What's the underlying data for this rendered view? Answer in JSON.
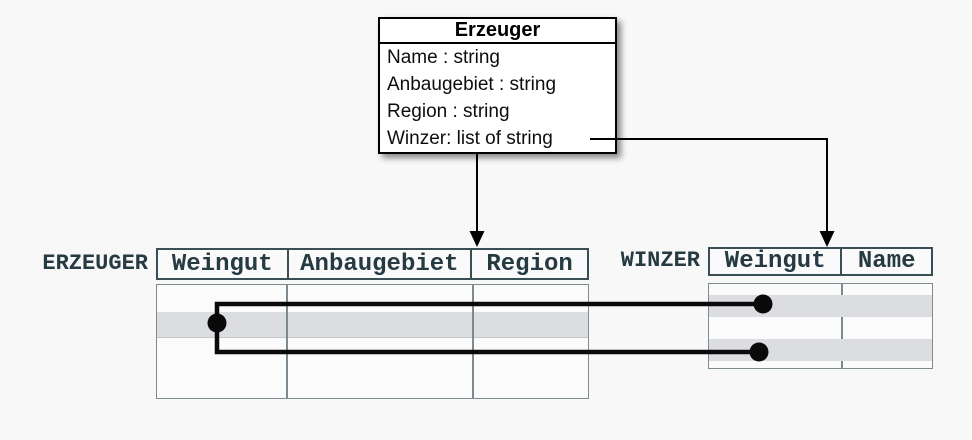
{
  "background_color": "#f8f8f8",
  "class_box": {
    "title": "Erzeuger",
    "attributes": [
      "Name : string",
      "Anbaugebiet : string",
      "Region : string",
      "Winzer: list of string"
    ]
  },
  "tables": {
    "erzeuger": {
      "label": "ERZEUGER",
      "columns": [
        "Weingut",
        "Anbaugebiet",
        "Region"
      ],
      "row_count": 4,
      "highlighted_rows": [
        2
      ],
      "cell_values": "all cells empty"
    },
    "winzer": {
      "label": "WINZER",
      "columns": [
        "Weingut",
        "Name"
      ],
      "row_count": 4,
      "highlighted_rows": [
        2,
        4
      ],
      "cell_values": "all cells empty"
    }
  },
  "connectors": {
    "arrow_class_to_erzeuger": {
      "from": "Erzeuger class box bottom",
      "to": "ERZEUGER table header"
    },
    "arrow_winzer_attr_to_winzer": {
      "from": "Winzer: list of string attribute",
      "to": "WINZER table header"
    },
    "row_links": [
      {
        "from": "ERZEUGER highlighted row",
        "to": "WINZER highlighted row 2"
      },
      {
        "from": "ERZEUGER highlighted row",
        "to": "WINZER highlighted row 4"
      }
    ]
  },
  "colors": {
    "stripe": "#dcdde1",
    "body_border": "#7d8b91",
    "header_border": "#3a4e56",
    "table_text": "#263a42",
    "class_border": "#000000",
    "connector": "#000000"
  }
}
